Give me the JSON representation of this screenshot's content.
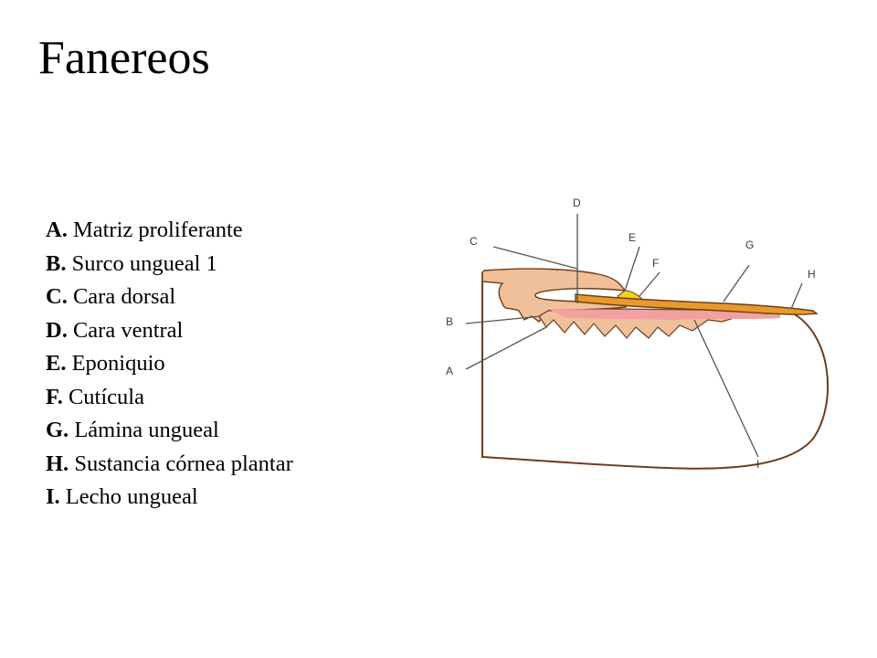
{
  "slide": {
    "title": "Fanereos"
  },
  "legend": [
    {
      "key": "A.",
      "text": "Matriz proliferante"
    },
    {
      "key": "B.",
      "text": "Surco ungueal 1"
    },
    {
      "key": "C.",
      "text": "Cara dorsal"
    },
    {
      "key": "D.",
      "text": "Cara ventral"
    },
    {
      "key": "E.",
      "text": "Eponiquio"
    },
    {
      "key": "F.",
      "text": "Cutícula"
    },
    {
      "key": "G.",
      "text": "Lámina ungueal"
    },
    {
      "key": "H.",
      "text": "Sustancia córnea plantar"
    },
    {
      "key": "I.",
      "text": "Lecho ungueal"
    }
  ],
  "diagram": {
    "labels": {
      "a": "A",
      "b": "B",
      "c": "C",
      "d": "D",
      "e": "E",
      "f": "F",
      "g": "G",
      "h": "H",
      "i": "I"
    },
    "colors": {
      "skin": "#f0c09a",
      "nail_plate": "#e89a2a",
      "cuticle": "#f2d21a",
      "nail_bed": "#f2a0a0",
      "outline": "#6e3d1e",
      "leader_line": "#555555"
    }
  }
}
